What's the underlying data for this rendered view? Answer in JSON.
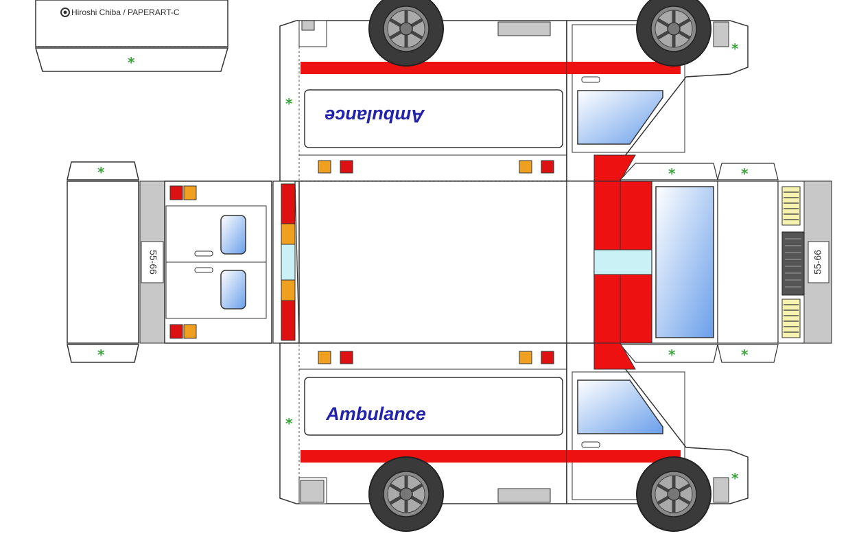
{
  "credit": "Hiroshi Chiba / PAPERART-C",
  "side_label": "Ambulance",
  "plate_rear": "55-66",
  "plate_front": "55-66",
  "glue_mark": "*",
  "colors": {
    "outline": "#333333",
    "stripe": "#ee1111",
    "amber": "#f0a020",
    "light_red": "#dd1111",
    "glass_top": "#ffffff",
    "glass_bottom": "#6a9fea",
    "tire": "#3a3a3a",
    "rim": "#888888",
    "bumper": "#c8c8c8",
    "beacon_cyan": "#c9f1f6",
    "grille_yellow": "#f6f2b0",
    "glue": "#3aa53a",
    "text_blue": "#2222aa"
  }
}
